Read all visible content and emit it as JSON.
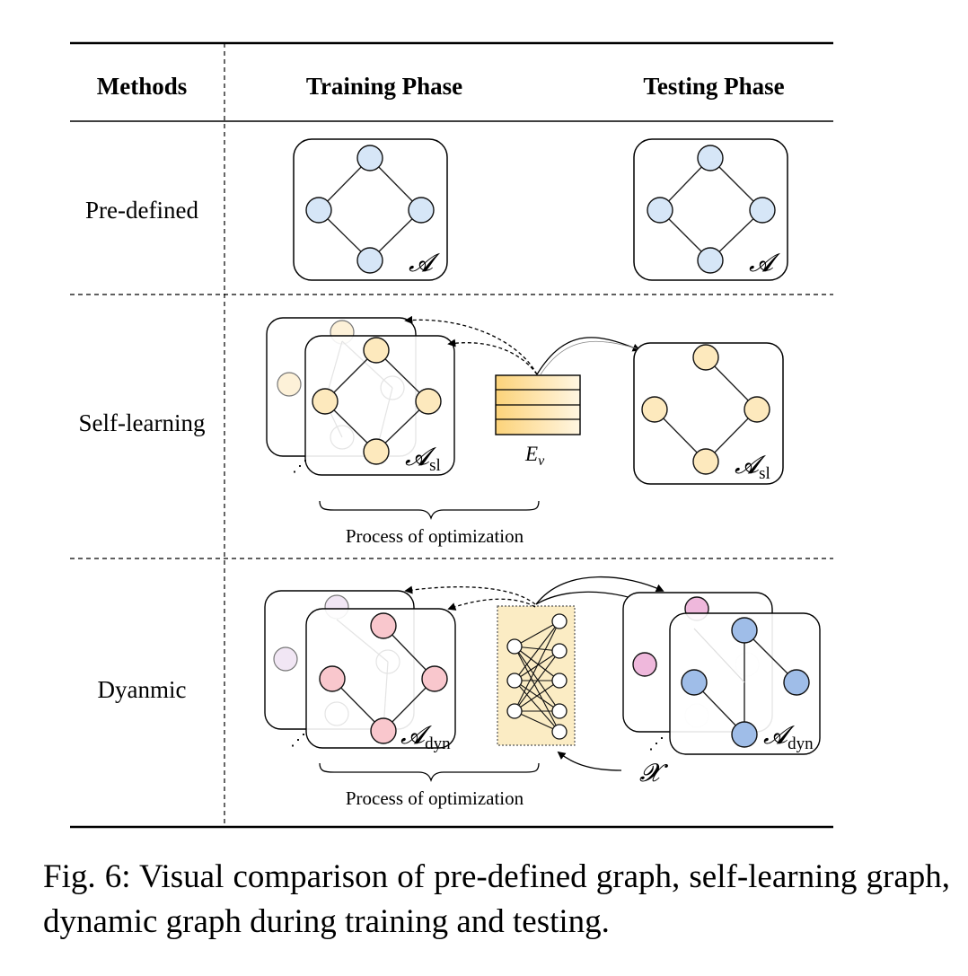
{
  "table": {
    "headers": {
      "methods": "Methods",
      "training": "Training Phase",
      "testing": "Testing Phase"
    },
    "rows": [
      {
        "method": "Pre-defined",
        "train_label": "𝓐",
        "test_label": "𝓐",
        "node_color": "#d6e6f7"
      },
      {
        "method": "Self-learning",
        "train_label": "𝓐",
        "train_sub": "sl",
        "test_label": "𝓐",
        "test_sub": "sl",
        "embedding_label": "E",
        "embedding_sub": "ν",
        "optimization_label": "Process of optimization",
        "node_color": "#fde9bd"
      },
      {
        "method": "Dyanmic",
        "train_label": "𝓐",
        "train_sub": "dyn",
        "test_label": "𝓐",
        "test_sub": "dyn",
        "input_label": "𝓧",
        "optimization_label": "Process of optimization",
        "node_color_train": "#f9c7cd",
        "node_color_test_back": "#efb8dc",
        "node_color_test_front": "#9fbde8"
      }
    ]
  },
  "caption": "Fig. 6: Visual comparison of pre-defined graph, self-learning graph, dynamic graph during training and testing.",
  "colors": {
    "rule": "#000000",
    "node_stroke": "#111111",
    "embedding_fill": "#fde3a7",
    "network_fill": "#fbecc4"
  }
}
